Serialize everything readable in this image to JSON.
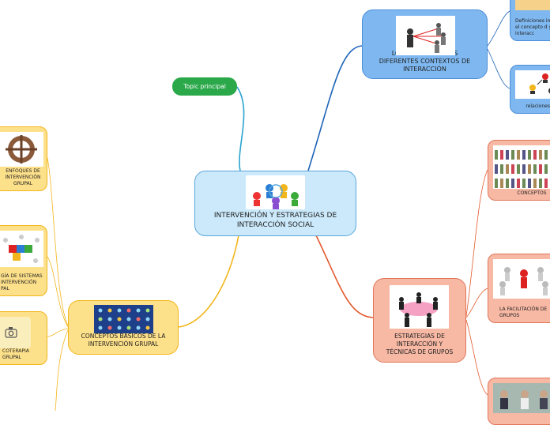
{
  "central": {
    "label": "INTERVENCIÓN Y ESTRATEGIAS DE INTERACCIÓN SOCIAL",
    "color": "#cbe9fb",
    "border": "#58a6dc"
  },
  "topic_pill": {
    "label": "Topic principal",
    "color": "#2ba84a"
  },
  "grupos": {
    "label": "LOS GRUPOS EN LOS DIFERENTES CONTEXTOS DE INTERACCIÓN",
    "children": [
      {
        "label": "Definiciones im en el concepto d y sus interacc"
      },
      {
        "label": "relaciones so"
      }
    ]
  },
  "estrategias": {
    "label": "ESTRATEGIAS DE INTERACCIÓN Y TÉCNICAS DE GRUPOS",
    "children": [
      {
        "label": "CONCEPTOS"
      },
      {
        "label": "LA FACILITACIÓN DE GRUPOS"
      },
      {
        "label": ""
      }
    ]
  },
  "conceptos": {
    "label": "CONCEPTOS BÁSICOS DE LA INTERVENCIÓN GRUPAL",
    "children": [
      {
        "label": "ENFOQUES DE INTERVENCIÓN GRUPAL"
      },
      {
        "label": "GÍA DE SISTEMAS INTERVENCIÓN PAL"
      },
      {
        "label": "COTERAPIA GRUPAL"
      }
    ]
  }
}
